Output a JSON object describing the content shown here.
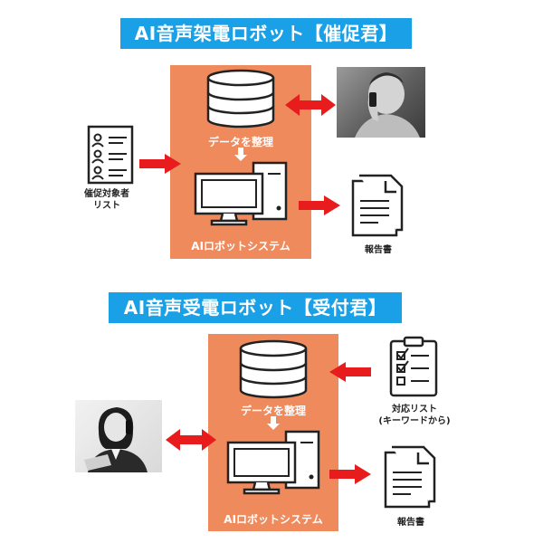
{
  "colors": {
    "banner": "#1aa0e6",
    "panel": "#ef8a5c",
    "arrow": "#e81c1c",
    "icon": "#222222"
  },
  "sections": [
    {
      "title": "AI音声架電ロボット【催促君】",
      "data_label": "データを整理",
      "system_label": "AIロボットシステム",
      "input_label": [
        "催促対象者",
        "リスト"
      ],
      "output_label": "報告書"
    },
    {
      "title": "AI音声受電ロボット【受付君】",
      "data_label": "データを整理",
      "system_label": "AIロボットシステム",
      "input_label": [
        "対応リスト",
        "(キーワードから)"
      ],
      "output_label": "報告書"
    }
  ]
}
